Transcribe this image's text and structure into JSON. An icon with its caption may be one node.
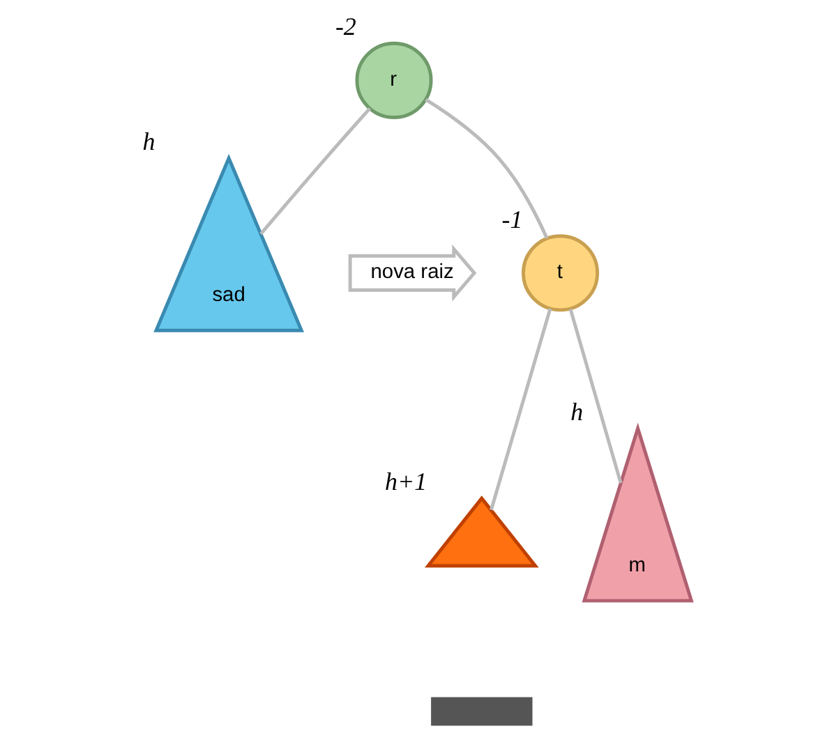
{
  "diagram": {
    "nodes": [
      {
        "text": [
          "r"
        ],
        "beside": [
          "-2"
        ]
      },
      {
        "text": [
          "t"
        ],
        "beside": [
          "-1"
        ]
      },
      {
        "text": [
          "sad"
        ],
        "beside": [
          "h"
        ]
      },
      {
        "text": [],
        "shape": "triangle",
        "beside": [
          "h+1"
        ]
      },
      {
        "text": [
          "m"
        ],
        "beside": [
          "h"
        ]
      },
      {
        "text": [
          "nova raiz"
        ]
      },
      {
        "text": [],
        "shape": "bar"
      }
    ],
    "edges": [
      {
        "from": 0,
        "to": 1,
        "arrow": "none"
      },
      {
        "from": 0,
        "to": 2,
        "arrow": "none"
      },
      {
        "from": 1,
        "to": 3,
        "arrow": "none"
      },
      {
        "from": 1,
        "to": 4,
        "arrow": "none"
      }
    ]
  }
}
